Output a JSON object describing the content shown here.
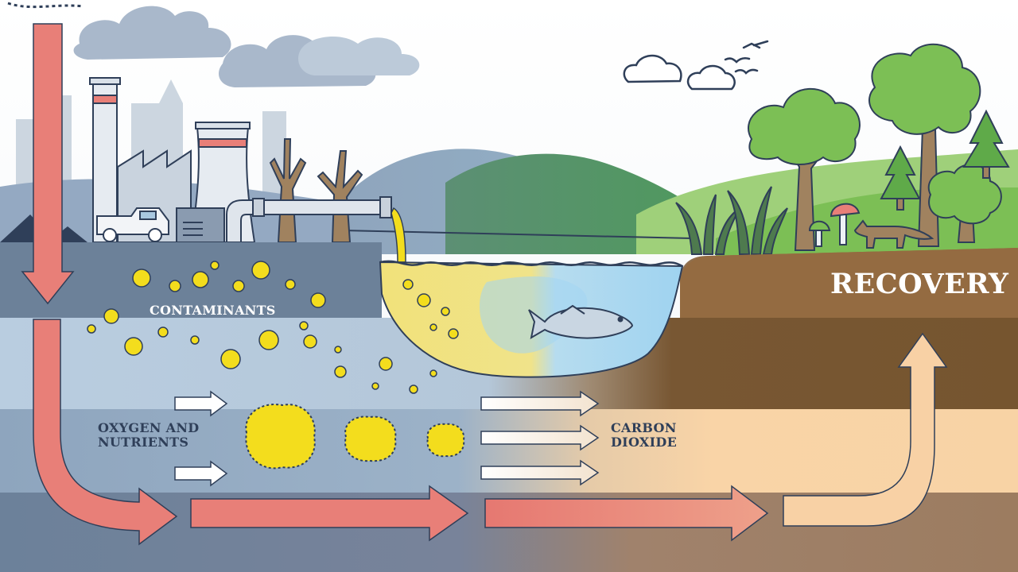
{
  "labels": {
    "contaminants": "CONTAMINANTS",
    "oxygen_line1": "OXYGEN AND",
    "oxygen_line2": "NUTRIENTS",
    "co2_line1": "CARBON",
    "co2_line2": "DIOXIDE",
    "recovery": "RECOVERY"
  },
  "colors": {
    "process_arrow": "#e87f78",
    "recovery_arrow": "#f8d1a5",
    "contaminant": "#f3dd1d",
    "water": "#a9d6f0",
    "soil_dark": "#7a5a34",
    "soil_light": "#f9d4a7",
    "ground_polluted": "#6a7f9f",
    "grass": "#7cbf55",
    "outline": "#2f3f59"
  },
  "icons": [
    "factory-icon",
    "truck-icon",
    "dead-tree-icon",
    "pipe-icon",
    "fish-icon",
    "tree-icon",
    "pine-tree-icon",
    "mushroom-icon",
    "fox-icon",
    "cloud-icon",
    "bird-icon",
    "smoke-cloud-icon"
  ]
}
